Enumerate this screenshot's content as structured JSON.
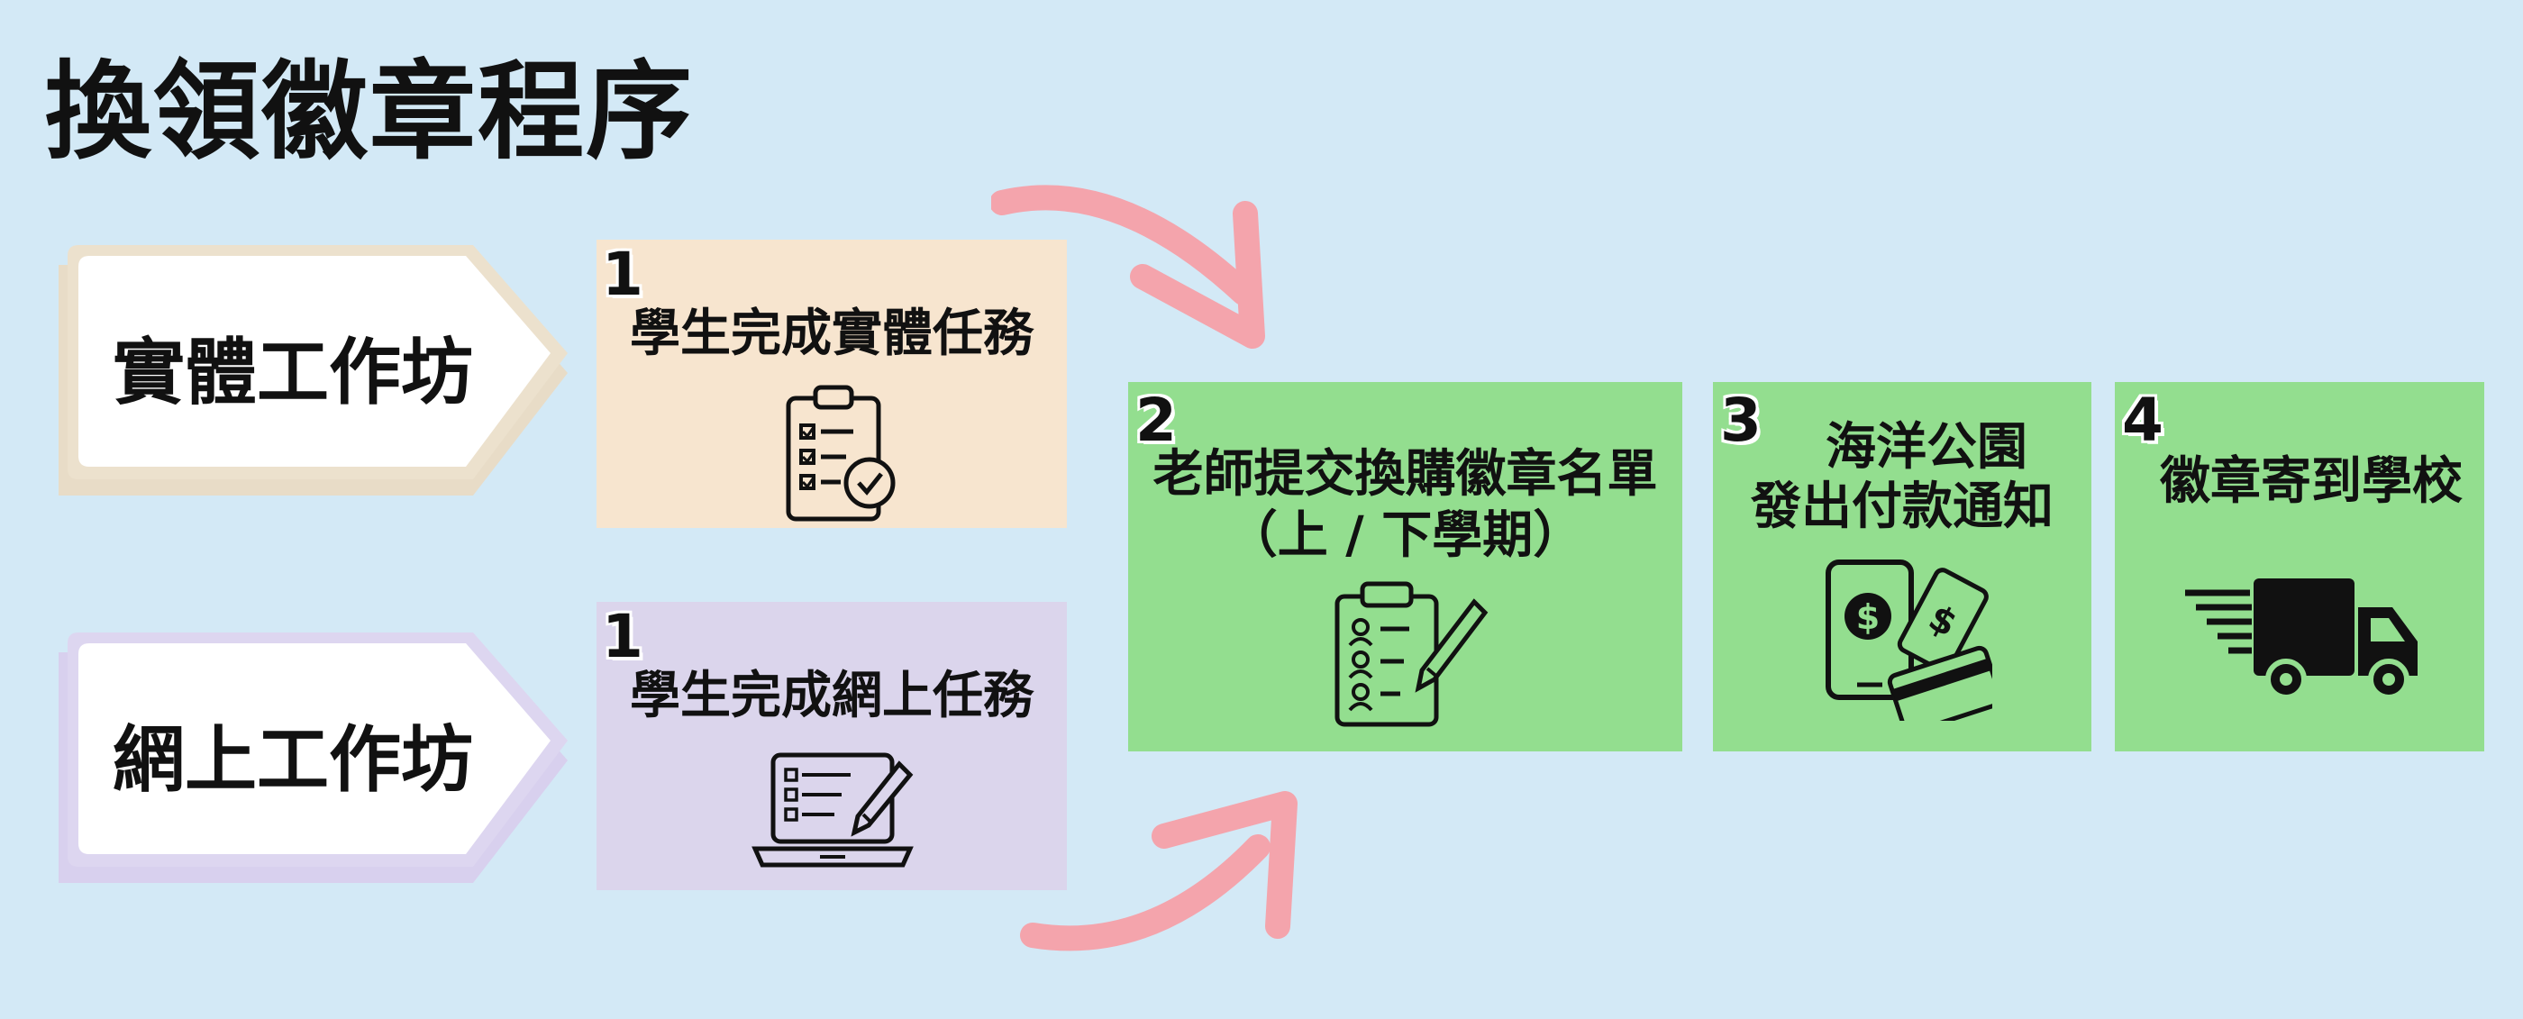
{
  "title": "換領徽章程序",
  "colors": {
    "background": "#d3e9f6",
    "physical_box": "#f7e5cf",
    "online_box": "#dbd5ec",
    "green_box": "#93de8f",
    "physical_arrow_border": "#e8dcc7",
    "online_arrow_border": "#d8d0ee",
    "connector_arrow": "#f4a4ac"
  },
  "workshops": [
    {
      "label": "實體工作坊"
    },
    {
      "label": "網上工作坊"
    }
  ],
  "steps": [
    {
      "number": "1",
      "lines": [
        "學生完成實體任務"
      ],
      "icon": "clipboard-check-icon"
    },
    {
      "number": "1",
      "lines": [
        "學生完成網上任務"
      ],
      "icon": "laptop-form-icon"
    },
    {
      "number": "2",
      "lines": [
        "老師提交換購徽章名單",
        "（上 / 下學期）"
      ],
      "icon": "clipboard-list-icon"
    },
    {
      "number": "3",
      "lines": [
        "海洋公園",
        "發出付款通知"
      ],
      "icon": "phone-payment-icon"
    },
    {
      "number": "4",
      "lines": [
        "徽章寄到學校"
      ],
      "icon": "delivery-truck-icon"
    }
  ]
}
